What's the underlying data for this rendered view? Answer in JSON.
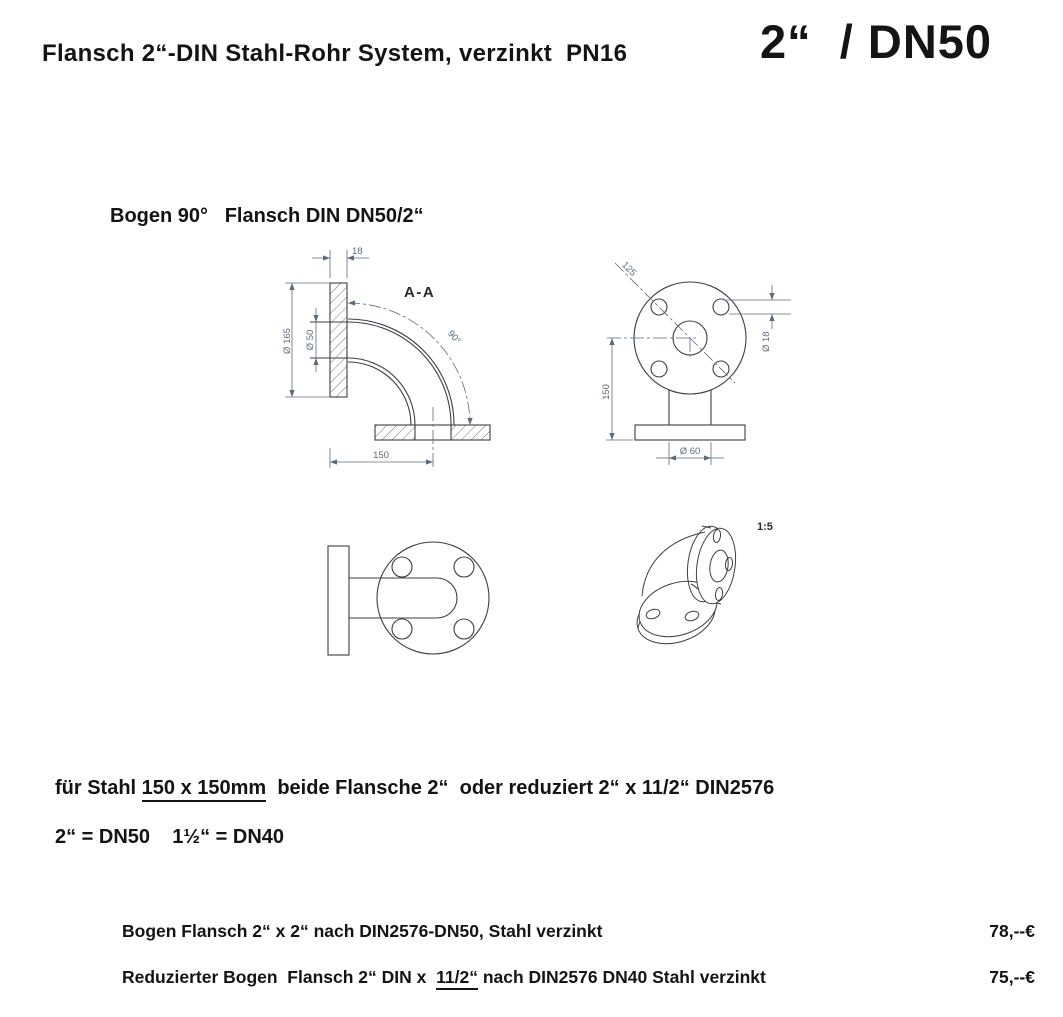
{
  "colors": {
    "ink": "#141414",
    "object_line": "#3a4048",
    "dimension_line": "#5b6b7d",
    "paper": "#ffffff"
  },
  "header": {
    "title": "Flansch 2“-DIN Stahl-Rohr System, verzinkt  PN16",
    "size_code": "2“  / DN50"
  },
  "subtitle": "Bogen 90°   Flansch DIN DN50/2“",
  "drawing": {
    "section_label": "A-A",
    "angle_label": "90°",
    "scale_label": "1:5",
    "dims": {
      "flange_thickness": "18",
      "flange_outer_diameter": "Ø 165",
      "bore_diameter": "Ø 50",
      "section_leg_length": "150",
      "bolt_circle_diameter": "125",
      "bolt_hole_diameter": "Ø 18",
      "front_leg_length": "150",
      "pipe_outer_diameter": "Ø 60"
    }
  },
  "specs": {
    "line1_prefix": "für Stahl ",
    "line1_underlined": "150 x 150mm",
    "line1_suffix": "  beide Flansche 2“  oder reduziert 2“ x 11/2“ DIN2576",
    "line2": "2“ = DN50    1½“ = DN40"
  },
  "price_rows": [
    {
      "prefix": "Bogen Flansch 2“ x 2“ nach DIN2576-DN50, Stahl verzinkt",
      "underlined": "",
      "suffix": "",
      "price": "78,--€"
    },
    {
      "prefix": "Reduzierter Bogen  Flansch 2“ DIN x  ",
      "underlined": "11/2“",
      "suffix": " nach DIN2576 DN40 Stahl verzinkt",
      "price": "75,--€"
    }
  ]
}
